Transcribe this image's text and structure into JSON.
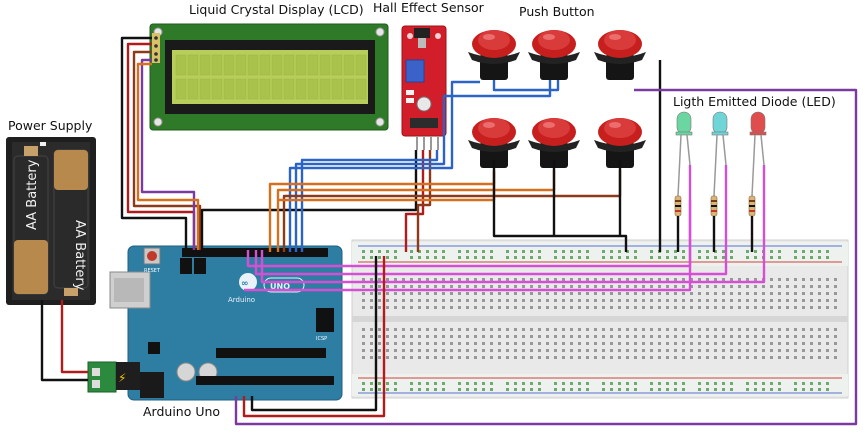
{
  "labels": {
    "lcd": "Liquid Crystal Display (LCD)",
    "hall": "Hall Effect Sensor",
    "button": "Push Button",
    "led": "Ligth Emitted Diode (LED)",
    "power": "Power Supply",
    "arduino": "Arduino Uno"
  },
  "battery": {
    "cell_label": "AA Battery"
  },
  "arduino_board": {
    "logo_text": "UNO",
    "brand_text": "Arduino",
    "reset_text": "RESET",
    "icsp_text": "ICSP"
  },
  "colors": {
    "board": "#2e7ea4",
    "lcd_frame": "#2f7a28",
    "lcd_screen": "#b7cf5a",
    "sensor_board": "#d11e2a",
    "button_cap": "#c71e1e",
    "led_colors": [
      "#6bd6a2",
      "#6fd5d6",
      "#e04d4d"
    ],
    "wire_black": "#111111",
    "wire_red": "#b01b1b",
    "wire_brown": "#8b3a1a",
    "wire_orange": "#d6701e",
    "wire_blue": "#2b63c6",
    "wire_purple": "#7a3aa0",
    "wire_magenta": "#d44fd4"
  }
}
